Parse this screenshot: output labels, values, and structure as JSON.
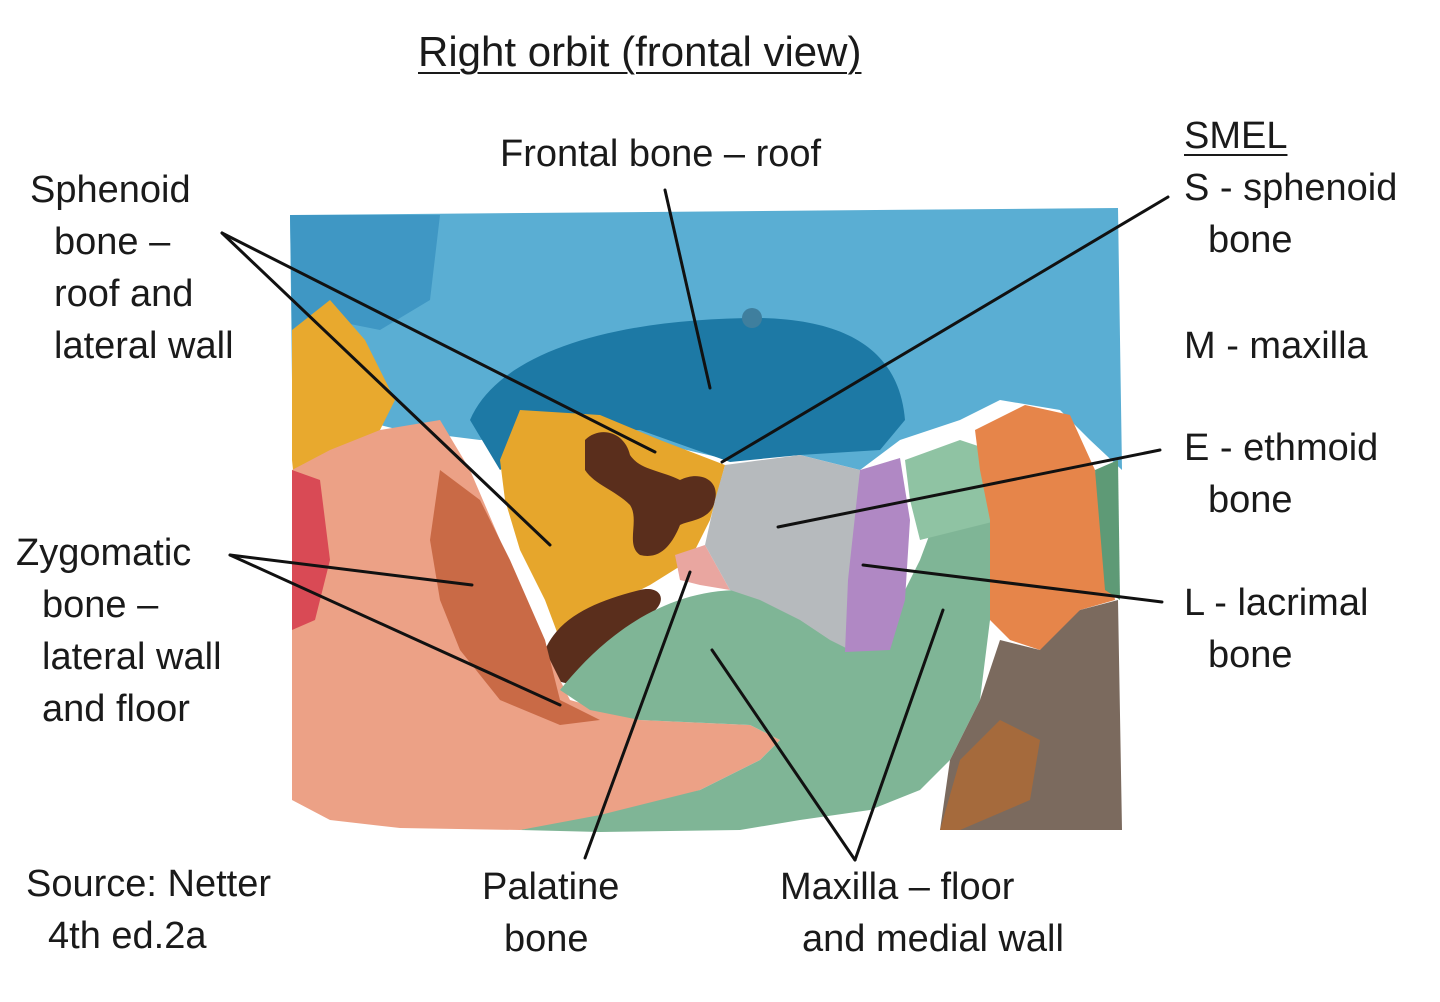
{
  "title": "Right orbit (frontal view)",
  "labels": {
    "frontal": "Frontal bone – roof",
    "sphenoid": [
      "Sphenoid",
      "bone –",
      "roof and",
      "lateral wall"
    ],
    "zygomatic": [
      "Zygomatic",
      "bone –",
      "lateral wall",
      "and floor"
    ],
    "source": [
      "Source: Netter",
      "4th ed.2a"
    ],
    "palatine": [
      "Palatine",
      "bone"
    ],
    "maxilla": [
      "Maxilla – floor",
      "and medial wall"
    ]
  },
  "mnemonic": {
    "heading": "SMEL",
    "items": [
      [
        "S - sphenoid",
        "bone"
      ],
      [
        "M - maxilla"
      ],
      [
        "E - ethmoid",
        "bone"
      ],
      [
        "L - lacrimal",
        "bone"
      ]
    ]
  },
  "colors": {
    "frontal": "#4aa3cc",
    "orbit_roof": "#1f7ba6",
    "sphenoid": "#e6a62c",
    "sphenoid_dark": "#5a2e1c",
    "zygomatic": "#ec9e84",
    "zygomatic_dark": "#c96a46",
    "ethmoid": "#b6babd",
    "lacrimal": "#b088c4",
    "maxilla": "#7fb596",
    "palatine": "#e9a6a0",
    "nasal": "#e6854a"
  }
}
